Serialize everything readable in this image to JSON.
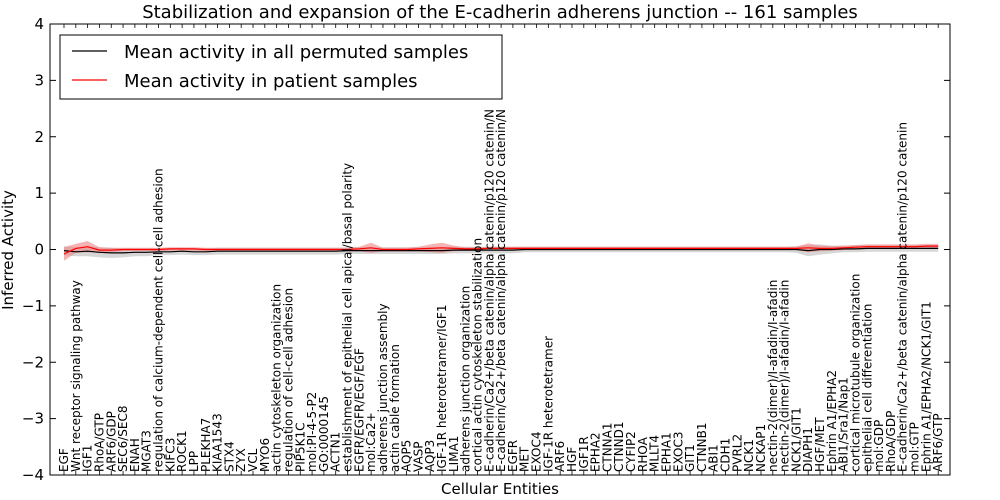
{
  "chart_data": {
    "type": "line",
    "title": "Stabilization and expansion of the E-cadherin adherens junction -- 161 samples",
    "xlabel": "Cellular Entities",
    "ylabel": "Inferred Activity",
    "ylim": [
      -4,
      4
    ],
    "yticks": [
      -4,
      -3,
      -2,
      -1,
      0,
      1,
      2,
      3,
      4
    ],
    "ytick_labels": [
      "−4",
      "−3",
      "−2",
      "−1",
      "0",
      "1",
      "2",
      "3",
      "4"
    ],
    "grid": false,
    "legend_position": "top-left",
    "categories": [
      "EGF",
      "Wnt receptor signaling pathway",
      "IGF1",
      "RhoA/GTP",
      "ARF6/GDP",
      "SEC6/SEC8",
      "ENAH",
      "MGAT3",
      "regulation of calcium-dependent cell-cell adhesion",
      "KIFC3",
      "ROCK1",
      "LPP",
      "PLEKHA7",
      "KIAA1543",
      "STX4",
      "ZYX",
      "VCL",
      "MYO6",
      "actin cytoskeleton organization",
      "regulation of cell-cell adhesion",
      "PIP5K1C",
      "mol:PI-4-5-P2",
      "GO:0000145",
      "ACTN1",
      "establishment of epithelial cell apical/basal polarity",
      "EGFR/EGFR/EGF/EGF",
      "mol:Ca2+",
      "adherens junction assembly",
      "actin cable formation",
      "AQP5",
      "VASP",
      "AQP3",
      "IGF-1R heterotetramer/IGF1",
      "LIMA1",
      "adherens junction organization",
      "cortical actin cytoskeleton stabilization",
      "E-cadherin/Ca2+/beta catenin/alpha catenin/p120 catenin/N",
      "E-cadherin/Ca2+/beta catenin/alpha catenin/p120 catenin/N",
      "EGFR",
      "MET",
      "EXOC4",
      "IGF-1R heterotetramer",
      "ARF6",
      "HGF",
      "IGF1R",
      "EPHA2",
      "CTNNA1",
      "CTNND1",
      "CYFIP2",
      "RHOA",
      "MLLT4",
      "EPHA1",
      "EXOC3",
      "GIT1",
      "CTNNB1",
      "ABI1",
      "CDH1",
      "PVRL2",
      "NCK1",
      "NCKAP1",
      "nectin-2(dimer)/I-afadin/I-afadin",
      "nectin-2(dimer)/I-afadin/I-afadin",
      "NCK1/GIT1",
      "DIAPH1",
      "HGF/MET",
      "Ephrin A1/EPHA2",
      "ABI1/Sra1/Nap1",
      "cortical microtubule organization",
      "epithelial cell differentiation",
      "mol:GDP",
      "RhoA/GDP",
      "E-cadherin/Ca2+/beta catenin/alpha catenin/p120 catenin",
      "mol:GTP",
      "Ephrin A1/EPHA2/NCK1/GIT1",
      "ARF6/GTP"
    ],
    "series": [
      {
        "name": "Mean activity in all permuted samples",
        "color": "#000000",
        "band_color": "#c8c8c8",
        "values": [
          -0.02,
          -0.04,
          -0.03,
          -0.05,
          -0.06,
          -0.06,
          -0.05,
          -0.05,
          -0.04,
          -0.04,
          -0.03,
          -0.04,
          -0.04,
          -0.03,
          -0.03,
          -0.03,
          -0.03,
          -0.03,
          -0.03,
          -0.03,
          -0.03,
          -0.03,
          -0.03,
          -0.03,
          -0.02,
          -0.02,
          -0.02,
          -0.02,
          -0.02,
          -0.02,
          -0.02,
          -0.02,
          -0.02,
          -0.01,
          -0.01,
          -0.01,
          -0.01,
          -0.01,
          -0.01,
          0.0,
          0.0,
          0.0,
          0.0,
          0.0,
          0.0,
          0.0,
          0.0,
          0.0,
          0.0,
          0.0,
          0.0,
          0.0,
          0.0,
          0.0,
          0.0,
          0.0,
          0.0,
          0.0,
          0.0,
          0.0,
          0.0,
          0.0,
          0.0,
          -0.02,
          0.0,
          0.0,
          0.01,
          0.01,
          0.02,
          0.02,
          0.02,
          0.02,
          0.02,
          0.02,
          0.02
        ],
        "band_halfwidth": [
          0.08,
          0.08,
          0.09,
          0.09,
          0.09,
          0.08,
          0.07,
          0.07,
          0.06,
          0.06,
          0.06,
          0.06,
          0.06,
          0.06,
          0.06,
          0.06,
          0.06,
          0.06,
          0.06,
          0.06,
          0.06,
          0.06,
          0.06,
          0.06,
          0.06,
          0.06,
          0.06,
          0.06,
          0.06,
          0.06,
          0.06,
          0.06,
          0.06,
          0.06,
          0.06,
          0.06,
          0.06,
          0.06,
          0.06,
          0.05,
          0.05,
          0.05,
          0.05,
          0.05,
          0.05,
          0.05,
          0.05,
          0.05,
          0.05,
          0.05,
          0.05,
          0.05,
          0.05,
          0.05,
          0.05,
          0.05,
          0.05,
          0.05,
          0.05,
          0.05,
          0.05,
          0.05,
          0.06,
          0.1,
          0.09,
          0.07,
          0.06,
          0.06,
          0.06,
          0.06,
          0.06,
          0.06,
          0.06,
          0.06,
          0.06
        ]
      },
      {
        "name": "Mean activity in patient samples",
        "color": "#ff0000",
        "band_color": "#f08080",
        "values": [
          -0.08,
          0.02,
          0.05,
          -0.01,
          -0.01,
          0.0,
          0.0,
          0.0,
          0.0,
          0.01,
          0.01,
          0.01,
          0.0,
          0.0,
          0.0,
          0.0,
          0.0,
          0.0,
          0.0,
          0.0,
          0.0,
          0.0,
          0.0,
          0.0,
          0.0,
          0.01,
          0.03,
          0.0,
          0.0,
          0.0,
          0.01,
          0.02,
          0.03,
          0.02,
          0.01,
          0.01,
          0.02,
          0.02,
          0.02,
          0.02,
          0.02,
          0.02,
          0.02,
          0.02,
          0.02,
          0.02,
          0.02,
          0.02,
          0.02,
          0.02,
          0.02,
          0.02,
          0.02,
          0.02,
          0.02,
          0.02,
          0.02,
          0.02,
          0.02,
          0.02,
          0.02,
          0.02,
          0.02,
          0.03,
          0.02,
          0.02,
          0.03,
          0.04,
          0.05,
          0.05,
          0.05,
          0.05,
          0.05,
          0.06,
          0.06
        ],
        "band_halfwidth": [
          0.12,
          0.08,
          0.1,
          0.05,
          0.04,
          0.03,
          0.03,
          0.03,
          0.03,
          0.03,
          0.03,
          0.03,
          0.03,
          0.03,
          0.03,
          0.03,
          0.03,
          0.03,
          0.03,
          0.03,
          0.03,
          0.03,
          0.03,
          0.03,
          0.03,
          0.04,
          0.09,
          0.03,
          0.03,
          0.03,
          0.04,
          0.07,
          0.09,
          0.05,
          0.03,
          0.03,
          0.03,
          0.03,
          0.03,
          0.03,
          0.03,
          0.03,
          0.03,
          0.03,
          0.03,
          0.03,
          0.03,
          0.03,
          0.03,
          0.03,
          0.03,
          0.03,
          0.03,
          0.03,
          0.03,
          0.03,
          0.03,
          0.03,
          0.03,
          0.03,
          0.03,
          0.03,
          0.03,
          0.08,
          0.05,
          0.04,
          0.04,
          0.04,
          0.04,
          0.04,
          0.04,
          0.04,
          0.04,
          0.04,
          0.04
        ]
      }
    ]
  }
}
